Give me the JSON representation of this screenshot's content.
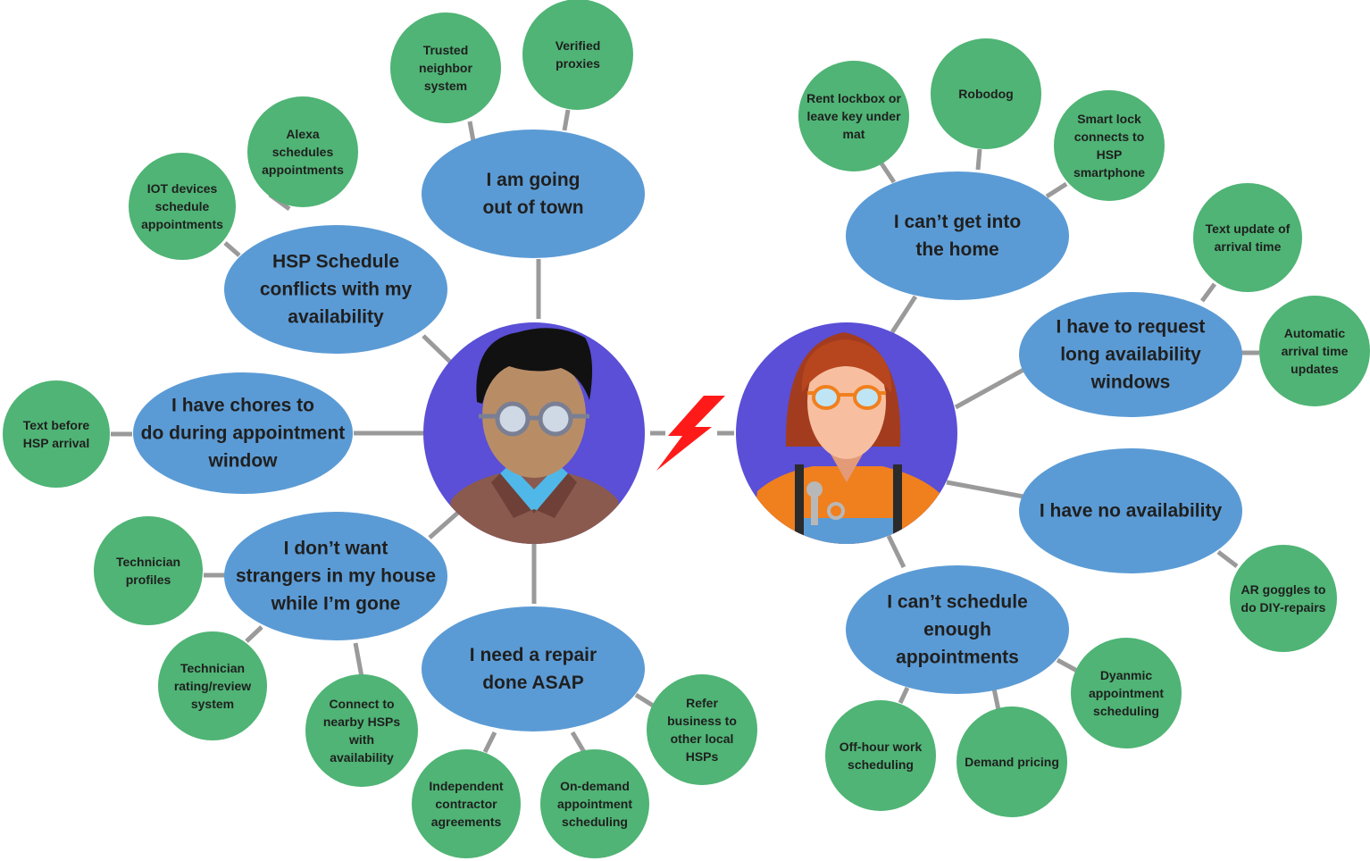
{
  "colors": {
    "main_node": "#5b9bd5",
    "sub_node": "#4fb475",
    "edge": "#9a9a9a",
    "avatar_bg": "#5a4fd6",
    "conflict_bolt": "#ff1a1a"
  },
  "personas": {
    "homeowner_icon": "homeowner-avatar-icon",
    "technician_icon": "technician-avatar-icon"
  },
  "main_nodes": [
    {
      "id": "town",
      "lines": [
        "I am going",
        "out of town"
      ]
    },
    {
      "id": "schedule",
      "lines": [
        "HSP Schedule",
        "conflicts with my",
        "availability"
      ]
    },
    {
      "id": "chores",
      "lines": [
        "I have chores to",
        "do during appointment",
        "window"
      ]
    },
    {
      "id": "strangers",
      "lines": [
        "I don’t want",
        "strangers in my house",
        "while I’m gone"
      ]
    },
    {
      "id": "repair",
      "lines": [
        "I need a repair",
        "done ASAP"
      ]
    },
    {
      "id": "home",
      "lines": [
        "I can’t get into",
        "the home"
      ]
    },
    {
      "id": "request",
      "lines": [
        "I have to request",
        "long availability",
        "windows"
      ]
    },
    {
      "id": "noavail",
      "lines": [
        "I have no availability"
      ]
    },
    {
      "id": "enough",
      "lines": [
        "I can’t schedule",
        "enough",
        "appointments"
      ]
    }
  ],
  "sub_nodes": [
    {
      "id": "trusted",
      "lines": [
        "Trusted",
        "neighbor",
        "system"
      ]
    },
    {
      "id": "proxies",
      "lines": [
        "Verified",
        "proxies"
      ]
    },
    {
      "id": "alexa",
      "lines": [
        "Alexa",
        "schedules",
        "appointments"
      ]
    },
    {
      "id": "iot",
      "lines": [
        "IOT devices",
        "schedule",
        "appointments"
      ]
    },
    {
      "id": "textbefore",
      "lines": [
        "Text before",
        "HSP arrival"
      ]
    },
    {
      "id": "profiles",
      "lines": [
        "Technician",
        "profiles"
      ]
    },
    {
      "id": "rating",
      "lines": [
        "Technician",
        "rating/review",
        "system"
      ]
    },
    {
      "id": "nearby",
      "lines": [
        "Connect to",
        "nearby HSPs",
        "with",
        "availability"
      ]
    },
    {
      "id": "contractor",
      "lines": [
        "Independent",
        "contractor",
        "agreements"
      ]
    },
    {
      "id": "ondemand",
      "lines": [
        "On-demand",
        "appointment",
        "scheduling"
      ]
    },
    {
      "id": "refer",
      "lines": [
        "Refer",
        "business to",
        "other local",
        "HSPs"
      ]
    },
    {
      "id": "lockbox",
      "lines": [
        "Rent lockbox or",
        "leave key under",
        "mat"
      ]
    },
    {
      "id": "robodog",
      "lines": [
        "Robodog"
      ]
    },
    {
      "id": "smartlock",
      "lines": [
        "Smart lock",
        "connects to",
        "HSP",
        "smartphone"
      ]
    },
    {
      "id": "textupdate",
      "lines": [
        "Text update of",
        "arrival time"
      ]
    },
    {
      "id": "autoupdate",
      "lines": [
        "Automatic",
        "arrival time",
        "updates"
      ]
    },
    {
      "id": "argoggles",
      "lines": [
        "AR goggles to",
        "do DIY-repairs"
      ]
    },
    {
      "id": "dynamic",
      "lines": [
        "Dyanmic",
        "appointment",
        "scheduling"
      ]
    },
    {
      "id": "offhour",
      "lines": [
        "Off-hour work",
        "scheduling"
      ]
    },
    {
      "id": "demand",
      "lines": [
        "Demand pricing"
      ]
    }
  ]
}
